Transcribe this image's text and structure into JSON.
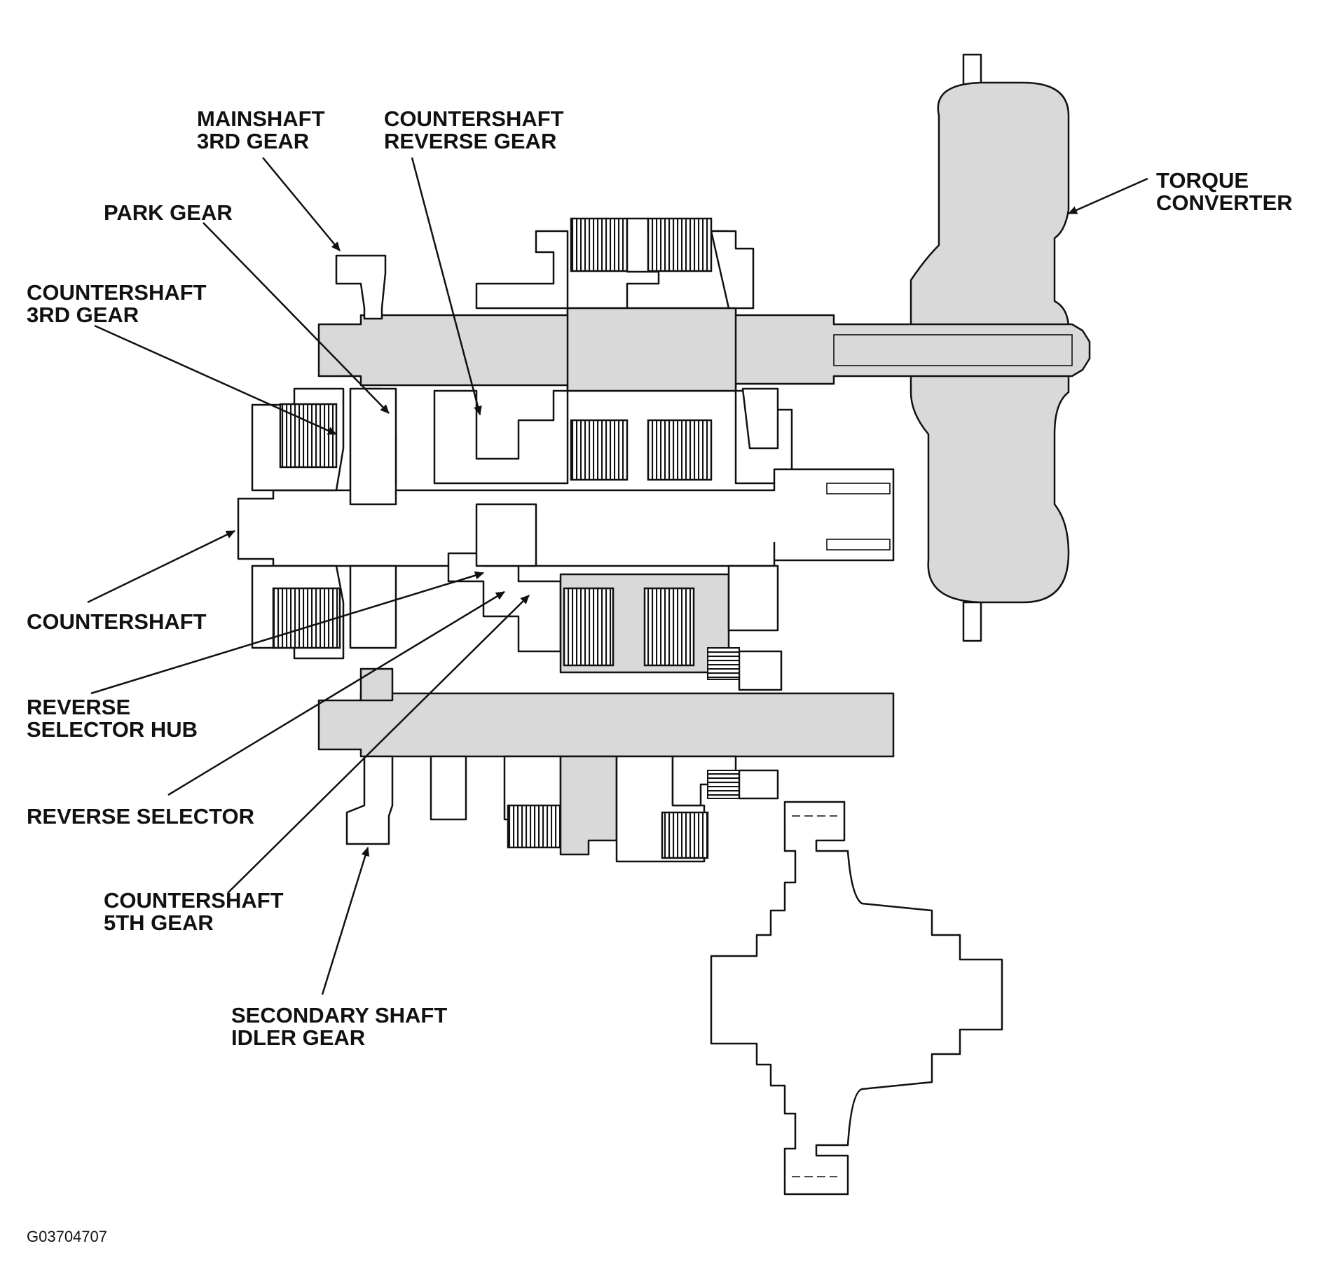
{
  "labels": {
    "mainshaft_3rd_gear": [
      "MAINSHAFT",
      "3RD GEAR"
    ],
    "countershaft_reverse_gear": [
      "COUNTERSHAFT",
      "REVERSE GEAR"
    ],
    "park_gear": [
      "PARK GEAR"
    ],
    "countershaft_3rd_gear": [
      "COUNTERSHAFT",
      "3RD GEAR"
    ],
    "torque_converter": [
      "TORQUE",
      "CONVERTER"
    ],
    "countershaft": [
      "COUNTERSHAFT"
    ],
    "reverse_selector_hub": [
      "REVERSE",
      "SELECTOR HUB"
    ],
    "reverse_selector": [
      "REVERSE SELECTOR"
    ],
    "countershaft_5th_gear": [
      "COUNTERSHAFT",
      "5TH GEAR"
    ],
    "secondary_shaft_idler_gear": [
      "SECONDARY SHAFT",
      "IDLER GEAR"
    ]
  },
  "figure_code": "G03704707",
  "colors": {
    "ink": "#111111",
    "shading": "#d9d9d9",
    "background": "#ffffff"
  }
}
